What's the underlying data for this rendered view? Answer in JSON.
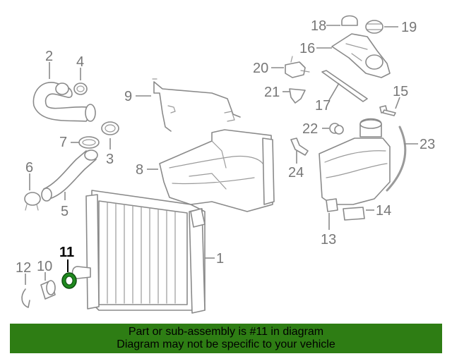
{
  "diagram": {
    "highlight_color": "#1f8a1f",
    "callouts": [
      {
        "id": "1",
        "label": "1"
      },
      {
        "id": "2",
        "label": "2"
      },
      {
        "id": "3",
        "label": "3"
      },
      {
        "id": "4",
        "label": "4"
      },
      {
        "id": "5",
        "label": "5"
      },
      {
        "id": "6",
        "label": "6"
      },
      {
        "id": "7",
        "label": "7"
      },
      {
        "id": "8",
        "label": "8"
      },
      {
        "id": "9",
        "label": "9"
      },
      {
        "id": "10",
        "label": "10"
      },
      {
        "id": "11",
        "label": "11",
        "highlighted": true
      },
      {
        "id": "12",
        "label": "12"
      },
      {
        "id": "13",
        "label": "13"
      },
      {
        "id": "14",
        "label": "14"
      },
      {
        "id": "15",
        "label": "15"
      },
      {
        "id": "16",
        "label": "16"
      },
      {
        "id": "17",
        "label": "17"
      },
      {
        "id": "18",
        "label": "18"
      },
      {
        "id": "19",
        "label": "19"
      },
      {
        "id": "20",
        "label": "20"
      },
      {
        "id": "21",
        "label": "21"
      },
      {
        "id": "22",
        "label": "22"
      },
      {
        "id": "23",
        "label": "23"
      },
      {
        "id": "24",
        "label": "24"
      }
    ]
  },
  "banner": {
    "background": "#2e7d14",
    "line1": "Part or sub-assembly is #11 in diagram",
    "line2": "Diagram may not be specific to your vehicle"
  }
}
